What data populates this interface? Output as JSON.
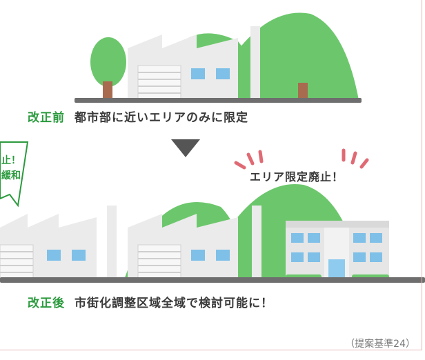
{
  "before": {
    "tag": "改正前",
    "text": "都市部に近いエリアのみに限定"
  },
  "after": {
    "tag": "改正後",
    "text": "市街化調整区域全域で検討可能に！"
  },
  "callout": {
    "abolish": "エリア限定廃止！",
    "bubble_line1": "止！",
    "bubble_line2": "緩和"
  },
  "footer": {
    "source": "（提案基準24）"
  },
  "colors": {
    "accent_green": "#2b9a3e",
    "tree_green": "#6cc76c",
    "building_gray": "#ebebeb",
    "window_blue": "#7ec0e8",
    "ground": "#6e6e6e",
    "burst": "#e06a74"
  }
}
